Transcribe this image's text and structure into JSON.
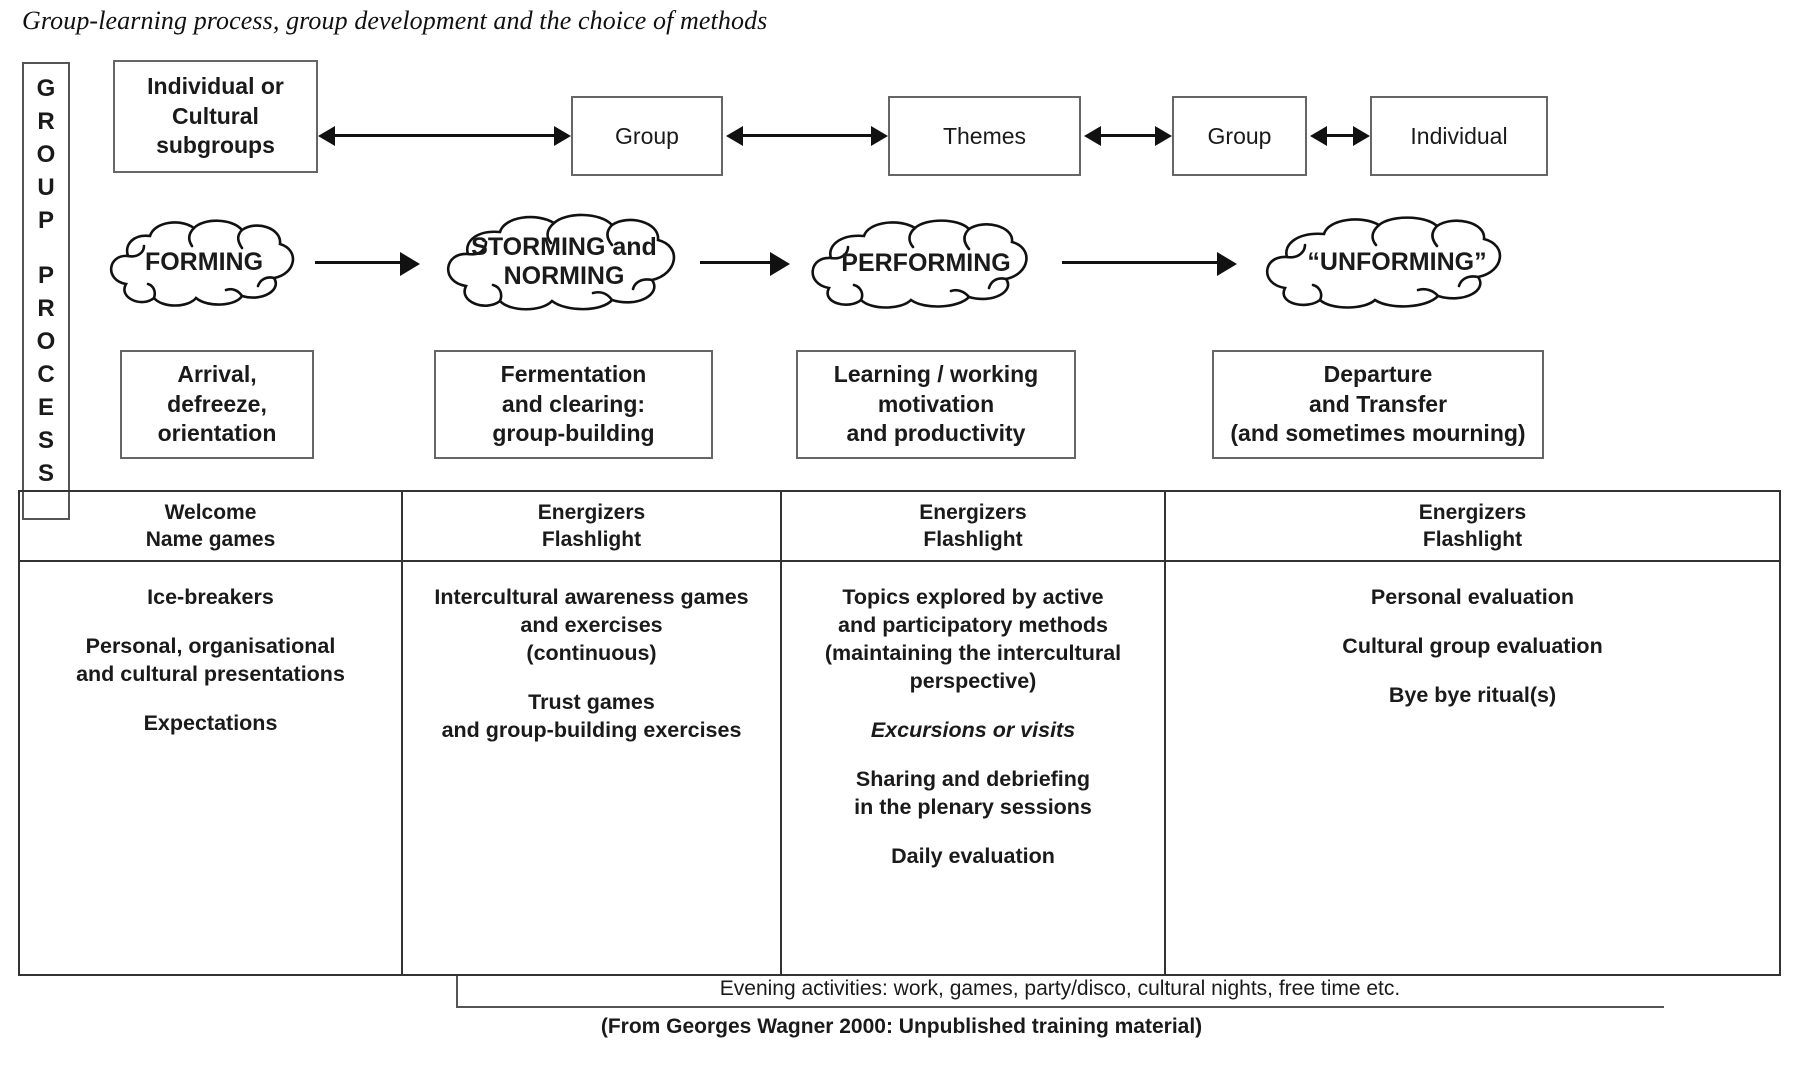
{
  "title": "Group-learning process, group development and the choice of methods",
  "vertical_label": {
    "name": "group-process-label",
    "letters_top": [
      "G",
      "R",
      "O",
      "U",
      "P"
    ],
    "letters_bottom": [
      "P",
      "R",
      "O",
      "C",
      "E",
      "S",
      "S"
    ],
    "text": "GROUP PROCESS"
  },
  "row_structure": {
    "boxes": [
      {
        "id": "individual-or-cultural-subgroups",
        "label": "Individual or\nCultural\nsubgroups",
        "lines": [
          "Individual or",
          "Cultural",
          "subgroups"
        ]
      },
      {
        "id": "group-1",
        "label": "Group",
        "lines": [
          "Group"
        ]
      },
      {
        "id": "themes",
        "label": "Themes",
        "lines": [
          "Themes"
        ]
      },
      {
        "id": "group-2",
        "label": "Group",
        "lines": [
          "Group"
        ]
      },
      {
        "id": "individual",
        "label": "Individual",
        "lines": [
          "Individual"
        ]
      }
    ],
    "connector": "double-headed-arrow"
  },
  "row_clouds": {
    "clouds": [
      {
        "id": "forming",
        "lines": [
          "FORMING"
        ]
      },
      {
        "id": "storming-and-norming",
        "lines": [
          "STORMING and",
          "NORMING"
        ]
      },
      {
        "id": "performing",
        "lines": [
          "PERFORMING"
        ]
      },
      {
        "id": "unforming",
        "lines": [
          "“UNFORMING”"
        ]
      }
    ],
    "connector": "right-arrow"
  },
  "row_phases": {
    "boxes": [
      {
        "id": "arrival",
        "lines": [
          "Arrival,",
          "defreeze,",
          "orientation"
        ]
      },
      {
        "id": "fermentation",
        "lines": [
          "Fermentation",
          "and clearing:",
          "group-building"
        ]
      },
      {
        "id": "learning-working",
        "lines": [
          "Learning / working",
          "motivation",
          "and productivity"
        ]
      },
      {
        "id": "departure",
        "lines": [
          "Departure",
          "and Transfer",
          "(and sometimes mourning)"
        ]
      }
    ]
  },
  "methods_table": {
    "headers": [
      {
        "id": "col-1-header",
        "lines": [
          "Welcome",
          "Name games"
        ]
      },
      {
        "id": "col-2-header",
        "lines": [
          "Energizers",
          "Flashlight"
        ]
      },
      {
        "id": "col-3-header",
        "lines": [
          "Energizers",
          "Flashlight"
        ]
      },
      {
        "id": "col-4-header",
        "lines": [
          "Energizers",
          "Flashlight"
        ]
      }
    ],
    "columns": [
      {
        "id": "col-1-body",
        "items": [
          {
            "lines": [
              "Ice-breakers"
            ],
            "italic": false
          },
          {
            "lines": [
              "Personal, organisational",
              "and cultural presentations"
            ],
            "italic": false
          },
          {
            "lines": [
              "Expectations"
            ],
            "italic": false
          }
        ]
      },
      {
        "id": "col-2-body",
        "items": [
          {
            "lines": [
              "Intercultural awareness games",
              "and exercises",
              "(continuous)"
            ],
            "italic": false
          },
          {
            "lines": [
              "Trust games",
              "and group-building exercises"
            ],
            "italic": false
          }
        ]
      },
      {
        "id": "col-3-body",
        "items": [
          {
            "lines": [
              "Topics explored by active",
              "and participatory methods",
              "(maintaining the intercultural",
              "perspective)"
            ],
            "italic": false
          },
          {
            "lines": [
              "Excursions or visits"
            ],
            "italic": true
          },
          {
            "lines": [
              "Sharing and debriefing",
              "in the plenary sessions"
            ],
            "italic": false
          },
          {
            "lines": [
              "Daily evaluation"
            ],
            "italic": false
          }
        ]
      },
      {
        "id": "col-4-body",
        "items": [
          {
            "lines": [
              "Personal evaluation"
            ],
            "italic": false
          },
          {
            "lines": [
              "Cultural group evaluation"
            ],
            "italic": false
          },
          {
            "lines": [
              "Bye bye ritual(s)"
            ],
            "italic": false
          }
        ]
      }
    ]
  },
  "evening_activities": "Evening activities: work, games, party/disco, cultural nights, free time  etc.",
  "credit": "(From Georges Wagner 2000: Unpublished training material)",
  "colors": {
    "ink": "#1a1a1a",
    "stroke": "#666666",
    "table_stroke": "#333333",
    "background": "#ffffff"
  }
}
